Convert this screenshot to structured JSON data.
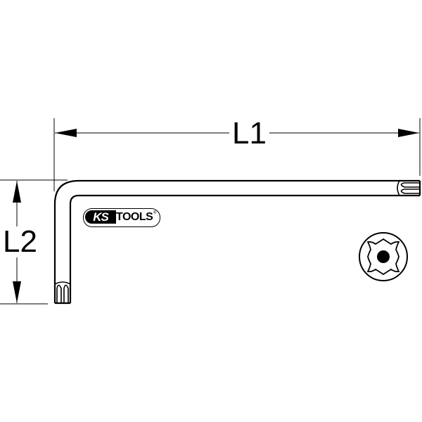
{
  "drawing": {
    "subject": "Torx L-key (hex key wrench) technical drawing",
    "stroke_color": "#000000",
    "background_color": "#ffffff"
  },
  "dimensions": {
    "l1": {
      "label": "L1",
      "description": "overall length of long arm"
    },
    "l2": {
      "label": "L2",
      "description": "length of short arm"
    }
  },
  "logo": {
    "brand_left": "KS",
    "brand_right": "TOOLS",
    "registered": "®"
  },
  "end_view": {
    "profile": "6-lobe Torx star with centre pin",
    "icon": "torx-star-icon"
  }
}
